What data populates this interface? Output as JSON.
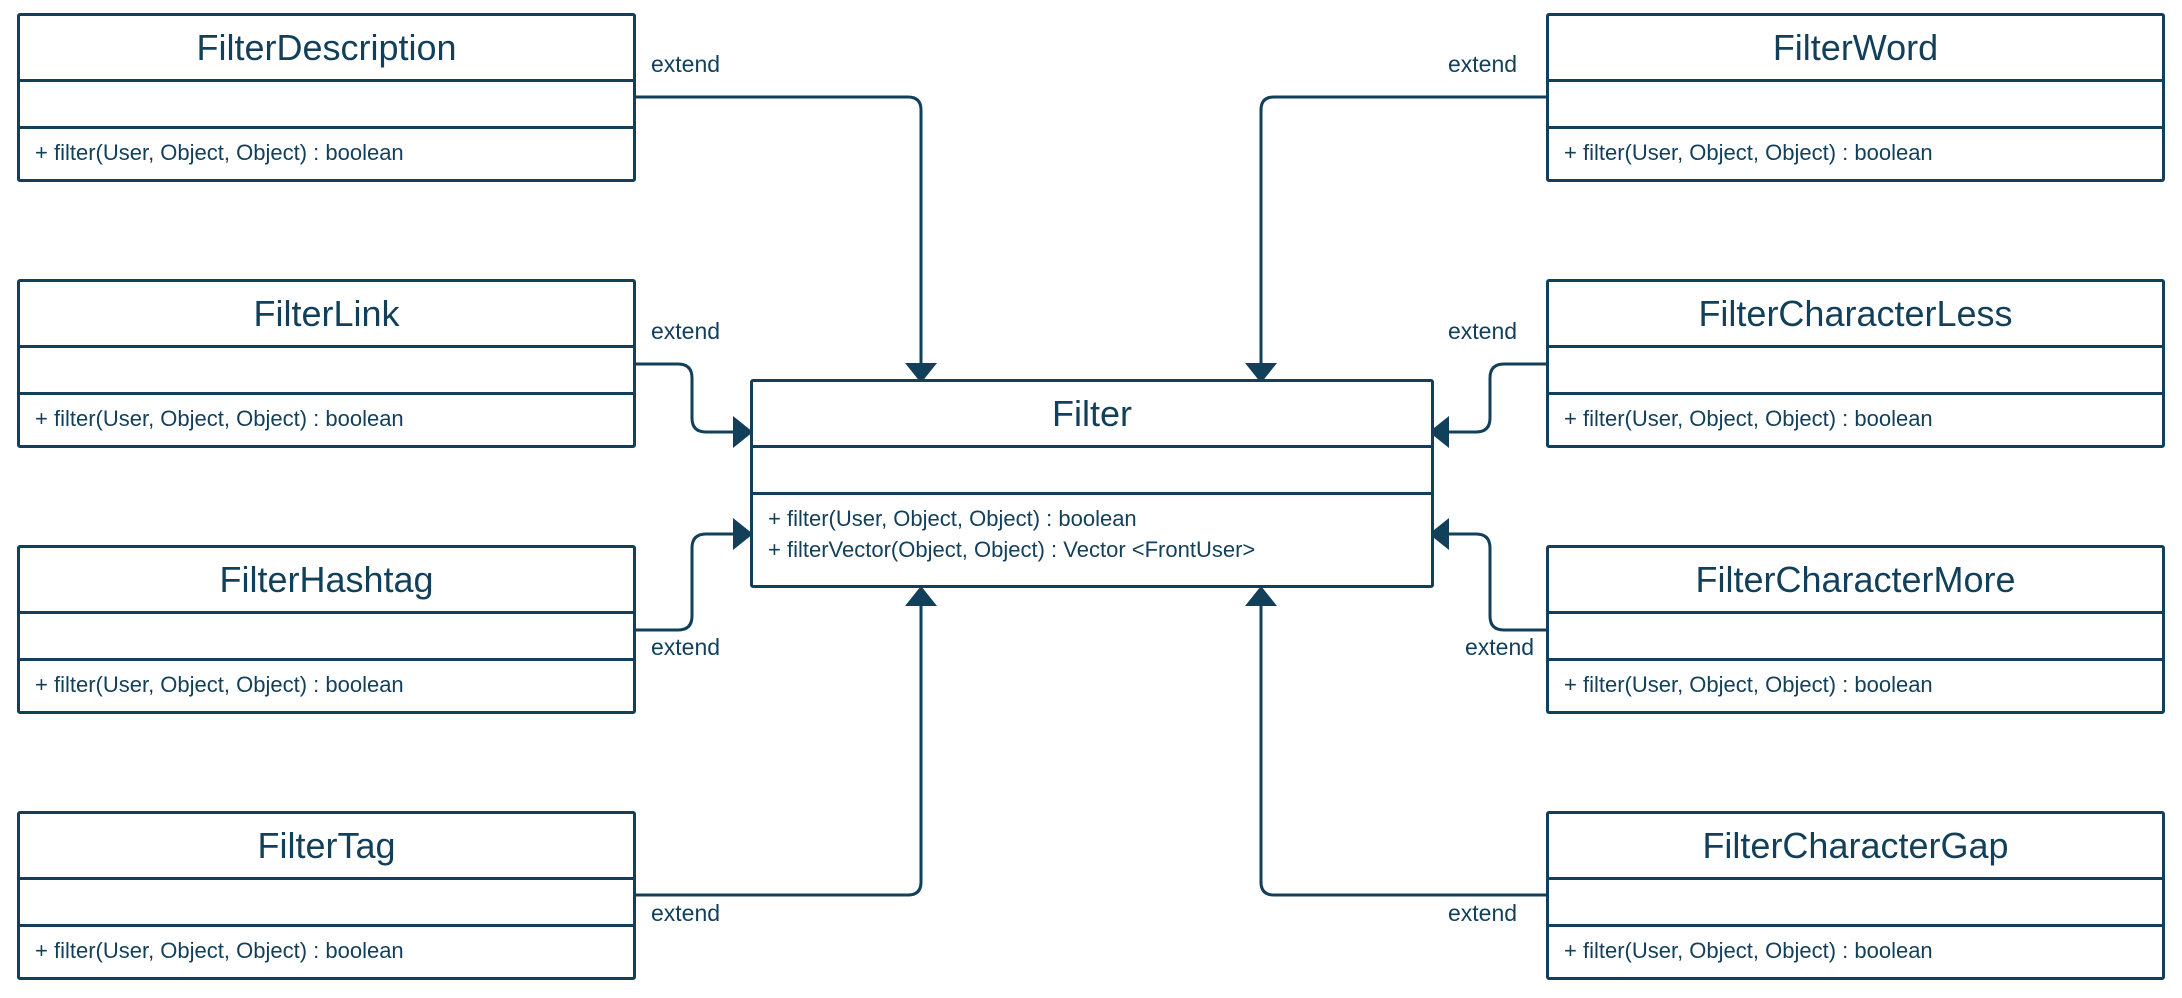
{
  "colors": {
    "stroke": "#123f5a",
    "background": "#ffffff"
  },
  "relationship_label": "extend",
  "base_class": {
    "name": "Filter",
    "methods": [
      "+ filter(User, Object, Object) : boolean",
      "+ filterVector(Object, Object) : Vector <FrontUser>"
    ]
  },
  "subclasses": [
    {
      "name": "FilterDescription",
      "methods": [
        "+ filter(User, Object, Object) : boolean"
      ],
      "relation": "extend"
    },
    {
      "name": "FilterLink",
      "methods": [
        "+ filter(User, Object, Object) : boolean"
      ],
      "relation": "extend"
    },
    {
      "name": "FilterHashtag",
      "methods": [
        "+ filter(User, Object, Object) : boolean"
      ],
      "relation": "extend"
    },
    {
      "name": "FilterTag",
      "methods": [
        "+ filter(User, Object, Object) : boolean"
      ],
      "relation": "extend"
    },
    {
      "name": "FilterWord",
      "methods": [
        "+ filter(User, Object, Object) : boolean"
      ],
      "relation": "extend"
    },
    {
      "name": "FilterCharacterLess",
      "methods": [
        "+ filter(User, Object, Object) : boolean"
      ],
      "relation": "extend"
    },
    {
      "name": "FilterCharacterMore",
      "methods": [
        "+ filter(User, Object, Object) : boolean"
      ],
      "relation": "extend"
    },
    {
      "name": "FilterCharacterGap",
      "methods": [
        "+ filter(User, Object, Object) : boolean"
      ],
      "relation": "extend"
    }
  ]
}
